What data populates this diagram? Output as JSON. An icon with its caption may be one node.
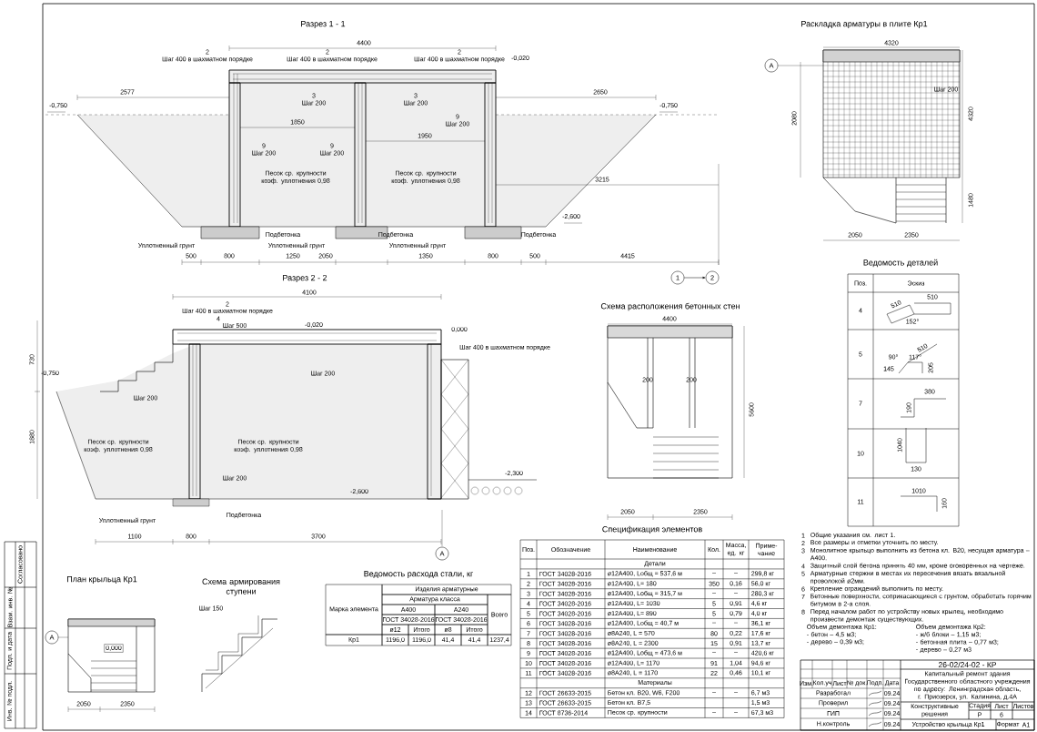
{
  "diagram": {
    "nodes": [
      {
        "text": [
          "1"
        ]
      },
      {
        "text": [
          "2"
        ]
      },
      {
        "text": [
          "А"
        ]
      },
      {
        "text": [
          "А"
        ]
      },
      {
        "text": [
          "А"
        ]
      }
    ],
    "edges": [
      {
        "from": 0,
        "to": 1,
        "arrow": "to"
      }
    ],
    "labels": [
      "Разрез 1 - 1",
      "4400",
      "2577",
      "2650",
      "-0,750",
      "-0,750",
      "-0,020",
      "2",
      "Шаг 400 в шахматном порядке",
      "2",
      "Шаг 400 в шахматном порядке",
      "2",
      "Шаг 400 в шахматном порядке",
      "3",
      "Шаг 200",
      "3",
      "Шаг 200",
      "1850",
      "1950",
      "9",
      "Шаг 200",
      "9",
      "Шаг 200",
      "9",
      "Шаг 200",
      "Песок ср. крупности коэф. уплотнения 0,98",
      "Песок ср. крупности коэф. уплотнения 0,98",
      "Подбетонка",
      "Подбетонка",
      "Подбетонка",
      "Уплотненный грунт",
      "Уплотненный грунт",
      "Уплотненный грунт",
      "500",
      "800",
      "1250",
      "2050",
      "1350",
      "800",
      "500",
      "4415",
      "-2,600",
      "3215",
      "Разрез 2 - 2",
      "4100",
      "2",
      "Шаг 400 в шахматном порядке",
      "4",
      "Шаг 500",
      "-0,020",
      "0,000",
      "Шаг 400 в шахматном порядке",
      "-0,750",
      "Песок ср. крупности коэф. уплотнения 0,98",
      "Песок ср. крупности коэф. уплотнения 0,98",
      "Шаг 200",
      "Шаг 200",
      "Шаг 200",
      "-2,600",
      "-2,300",
      "Подбетонка",
      "Уплотненный грунт",
      "1100",
      "800",
      "3700",
      "730",
      "1880",
      "Схема расположения бетонных стен",
      "4400",
      "2050",
      "2350",
      "5600",
      "200",
      "200",
      "Раскладка арматуры в плите Кр1",
      "4320",
      "4320",
      "2050",
      "2350",
      "1480",
      "2080",
      "Шаг 200",
      "Ведомость деталей",
      "Поз.",
      "Эскиз",
      "4",
      "5",
      "7",
      "10",
      "11",
      "510",
      "510",
      "152°",
      "510",
      "90°",
      "117°",
      "205",
      "145",
      "380",
      "190",
      "1040",
      "130",
      "1010",
      "160",
      "План крыльца Кр1",
      "2050",
      "2350",
      "0,000",
      "Схема армирования ступени",
      "Шаг 150",
      "Ведомость расхода стали, кг",
      "Спецификация элементов",
      "Поз.",
      "Обозначение",
      "Наименование",
      "Кол.",
      "Масса, ед. кг",
      "Приме- чание",
      "Детали",
      "1",
      "ГОСТ 34028-2016",
      "ø12А400, Lобщ = 537,6 м",
      "–",
      "–",
      "299,8 кг",
      "2",
      "ГОСТ 34028-2016",
      "ø12А400, L= 180",
      "350",
      "0,16",
      "56,0 кг",
      "3",
      "ГОСТ 34028-2016",
      "ø12А400, Lобщ = 315,7 м",
      "–",
      "–",
      "280,3 кг",
      "4",
      "ГОСТ 34028-2016",
      "ø12А400, L= 1030",
      "5",
      "0,91",
      "4,6 кг",
      "5",
      "ГОСТ 34028-2016",
      "ø12А400, L= 890",
      "5",
      "0,79",
      "4,0 кг",
      "6",
      "ГОСТ 34028-2016",
      "ø12А400, Lобщ = 40,7 м",
      "–",
      "–",
      "36,1 кг",
      "7",
      "ГОСТ 34028-2016",
      "ø8А240, L = 570",
      "80",
      "0,22",
      "17,6 кг",
      "8",
      "ГОСТ 34028-2016",
      "ø8А240, L = 2300",
      "15",
      "0,91",
      "13,7 кг",
      "9",
      "ГОСТ 34028-2016",
      "ø12А400, Lобщ = 473,6 м",
      "–",
      "–",
      "420,6 кг",
      "10",
      "ГОСТ 34028-2016",
      "ø12А400, L= 1170",
      "91",
      "1,04",
      "94,6 кг",
      "11",
      "ГОСТ 34028-2016",
      "ø8А240, L = 1170",
      "22",
      "0,46",
      "10,1 кг",
      "Материалы",
      "12",
      "ГОСТ 26633-2015",
      "Бетон кл. В20, W6, F200",
      "–",
      "–",
      "6,7 м3",
      "13",
      "ГОСТ 26633-2015",
      "Бетон кл. В7,5",
      "1,5 м3",
      "14",
      "ГОСТ 8736-2014",
      "Песок ср. крупности",
      "–",
      "–",
      "67,3 м3",
      "Марка элемента",
      "Изделия арматурные",
      "Арматура класса",
      "Всего",
      "А400",
      "А240",
      "ГОСТ 34028-2016",
      "ГОСТ 34028-2016",
      "ø12",
      "Итого",
      "ø8",
      "Итого",
      "Кр1",
      "1196,0",
      "1196,0",
      "41,4",
      "41,4",
      "1237,4",
      "1",
      "Общие указания см. лист 1.",
      "2",
      "Все размеры и отметки уточнить по месту.",
      "3",
      "Монолитное крыльцо выполнить из бетона кл. В20, несущая арматура – А400.",
      "4",
      "Защитный слой бетона принять 40 мм, кроме оговоренных на чертеже.",
      "5",
      "Арматурные стержни в местах их пересечения вязать вязальной проволокой ø2мм.",
      "6",
      "Крепление ограждений выполнить по месту.",
      "7",
      "Бетонные поверхности, соприкасающиеся с грунтом, обработать горячим битумом в 2-а слоя.",
      "8",
      "Перед началом работ по устройству новых крылец, необходимо произвести демонтаж существующих.",
      "Объем демонтажа Кр1:",
      "- бетон – 4,5 м3;",
      "- дерево – 0,39 м3;",
      "Объем демонтажа Кр2:",
      "- ж/б блоки – 1,15 м3;",
      "- бетонная плита – 0,77 м3;",
      "- дерево – 0,27 м3",
      "26-02/24-02 - КР",
      "Капитальный ремонт здания Государственного областного учреждения по адресу: Ленинградская область, г. Приозерск, ул. Калинина, д.4А",
      "Изм.",
      "Кол.уч",
      "Лист",
      "№ док.",
      "Подп.",
      "Дата",
      "Разработал",
      "09.24",
      "Проверил",
      "09.24",
      "ГИП",
      "09.24",
      "Н.контроль",
      "09.24",
      "Конструктивные решения",
      "Стадия",
      "Лист",
      "Листов",
      "Р",
      "6",
      "Устройство крыльца Кр1",
      "Формат",
      "А1",
      "Инв. № подл.",
      "Подп. и дата",
      "Взам. инв. №",
      "Согласовано"
    ]
  }
}
